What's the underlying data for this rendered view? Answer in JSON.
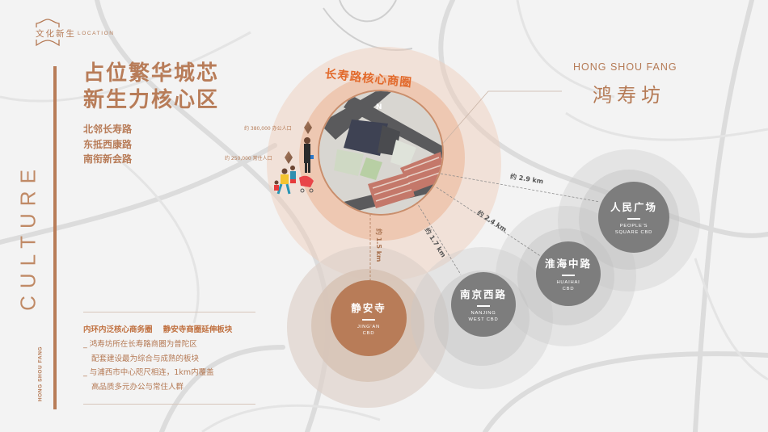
{
  "header": {
    "badge_cn": "文化新生",
    "badge_en": "LOCATION"
  },
  "side": {
    "culture": "CULTURE",
    "brand_vertical": "HONG SHOU FANG"
  },
  "title": {
    "line1": "占位繁华城芯",
    "line2": "新生力核心区"
  },
  "roads": [
    "北邻长寿路",
    "东抵西康路",
    "南衔新会路"
  ],
  "population": {
    "office": "约 380,000 办公人口",
    "resident": "约 250,000 常住人口"
  },
  "description": {
    "headline": "内环内泛核心商务圈    静安寺商圈延伸板块",
    "bullets": [
      {
        "line1": "_ 鸿寿坊所在长寿路商圈为普陀区",
        "line2": "配套建设最为综合与成熟的板块"
      },
      {
        "line1": "_ 与浦西市中心咫尺相连，1km内覆盖",
        "line2": "高品质多元办公与常住人群"
      }
    ]
  },
  "core": {
    "label": "长寿路核心商圈",
    "compass": "N"
  },
  "project": {
    "name_en": "HONG SHOU FANG",
    "name_cn": "鸿寿坊"
  },
  "cbds": [
    {
      "cn": "静安寺",
      "en1": "JING'AN",
      "en2": "CBD",
      "distance": "约 1.5 km",
      "color": "#b87c58"
    },
    {
      "cn": "南京西路",
      "en1": "NANJING",
      "en2": "WEST CBD",
      "distance": "约 1.7 km",
      "color": "#7d7d7d"
    },
    {
      "cn": "淮海中路",
      "en1": "HUAIHAI",
      "en2": "CBD",
      "distance": "约 2.4 km",
      "color": "#7d7d7d"
    },
    {
      "cn": "人民广场",
      "en1": "PEOPLE'S",
      "en2": "SQUARE CBD",
      "distance": "约 2.9 km",
      "color": "#7d7d7d"
    }
  ],
  "colors": {
    "accent": "#b87c58",
    "core_label": "#e26a2c",
    "gray_cbd": "#7d7d7d",
    "ring_peach": "#f4d9c8"
  }
}
